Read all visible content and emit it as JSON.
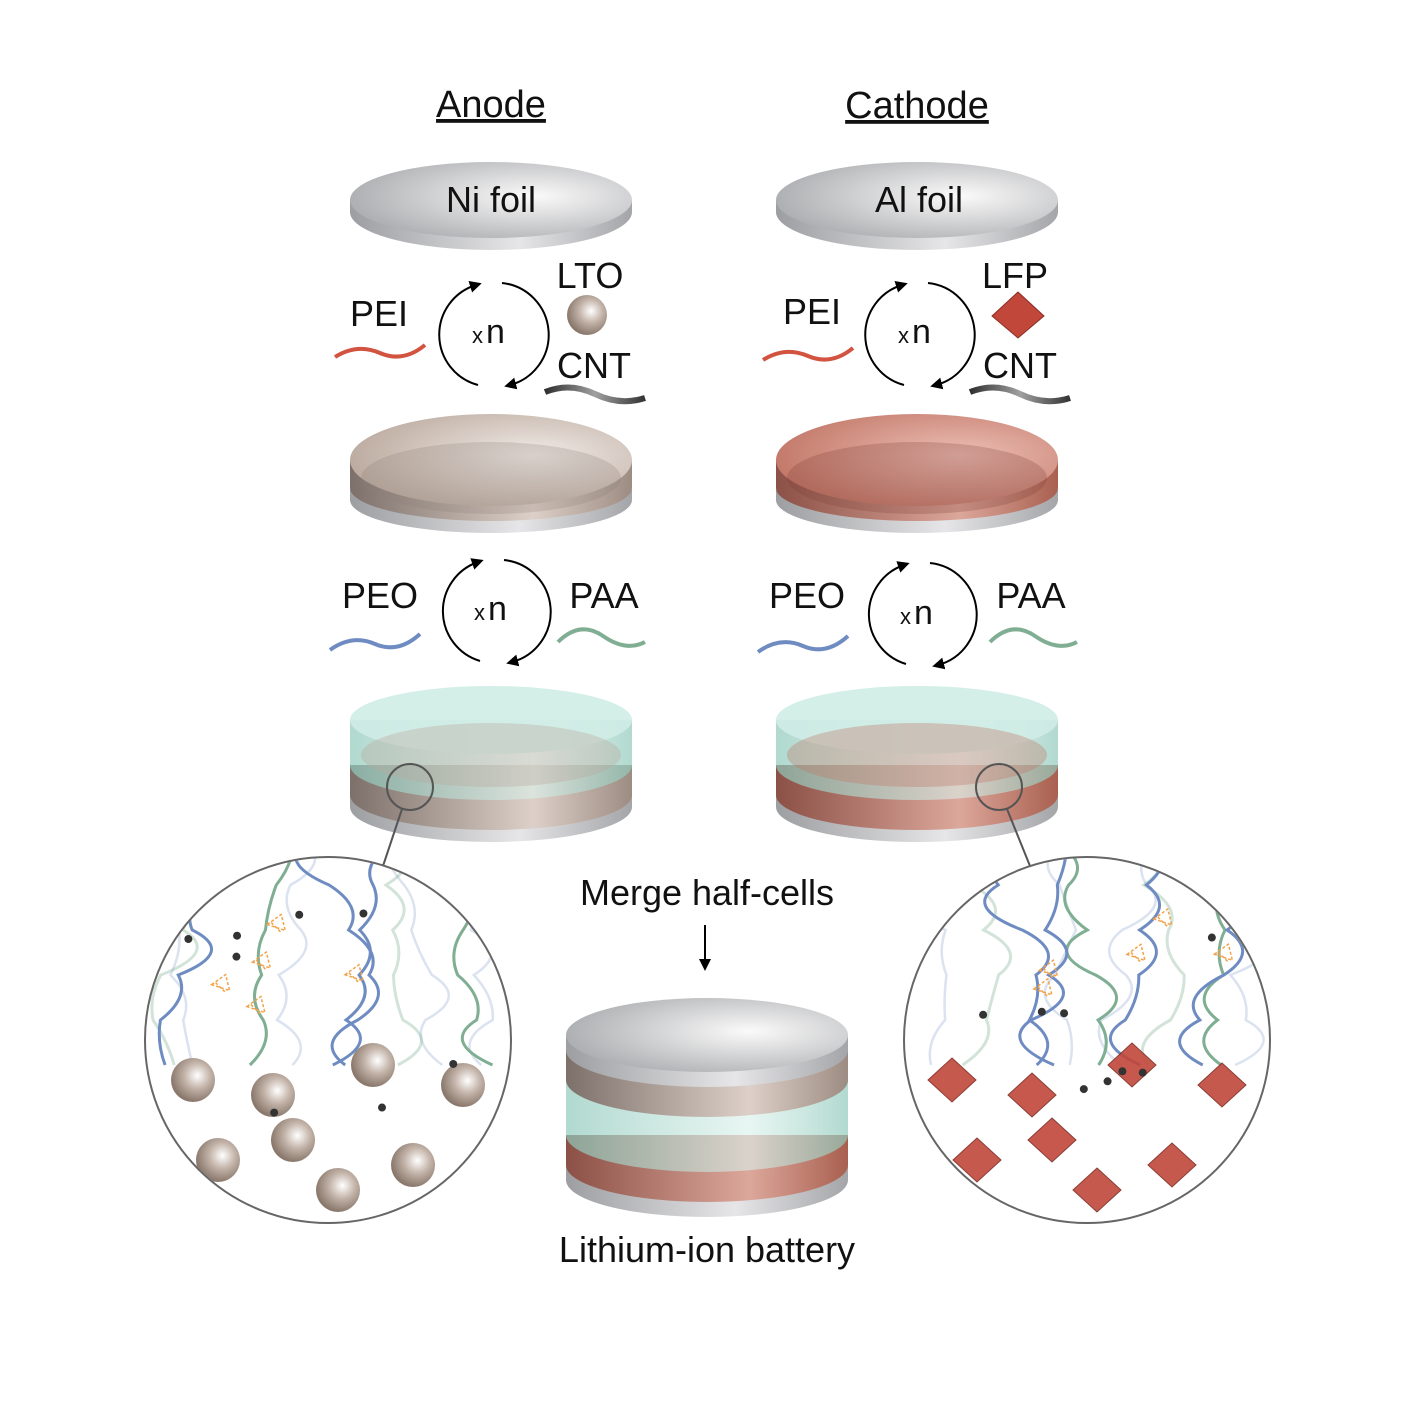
{
  "anode": {
    "title": "Anode",
    "foil": "Ni foil",
    "step1": {
      "left": "PEI",
      "right_top": "LTO",
      "right_bottom": "CNT",
      "repeat_x": "x",
      "repeat_n": "n"
    },
    "step2": {
      "left": "PEO",
      "right": "PAA",
      "repeat_x": "x",
      "repeat_n": "n"
    }
  },
  "cathode": {
    "title": "Cathode",
    "foil": "Al foil",
    "step1": {
      "left": "PEI",
      "right_top": "LFP",
      "right_bottom": "CNT",
      "repeat_x": "x",
      "repeat_n": "n"
    },
    "step2": {
      "left": "PEO",
      "right": "PAA",
      "repeat_x": "x",
      "repeat_n": "n"
    }
  },
  "merge": {
    "label": "Merge half-cells",
    "result": "Lithium-ion battery"
  },
  "colors": {
    "pei": "#d2533f",
    "peo": "#6f8cc2",
    "paa": "#7fae93",
    "cnt": "#555555",
    "lto": "#a8968a",
    "lfp": "#c0473a",
    "anode_layer": "#cbbab0",
    "cathode_layer": "#c9776a",
    "multilayer": "#a9dccf"
  }
}
